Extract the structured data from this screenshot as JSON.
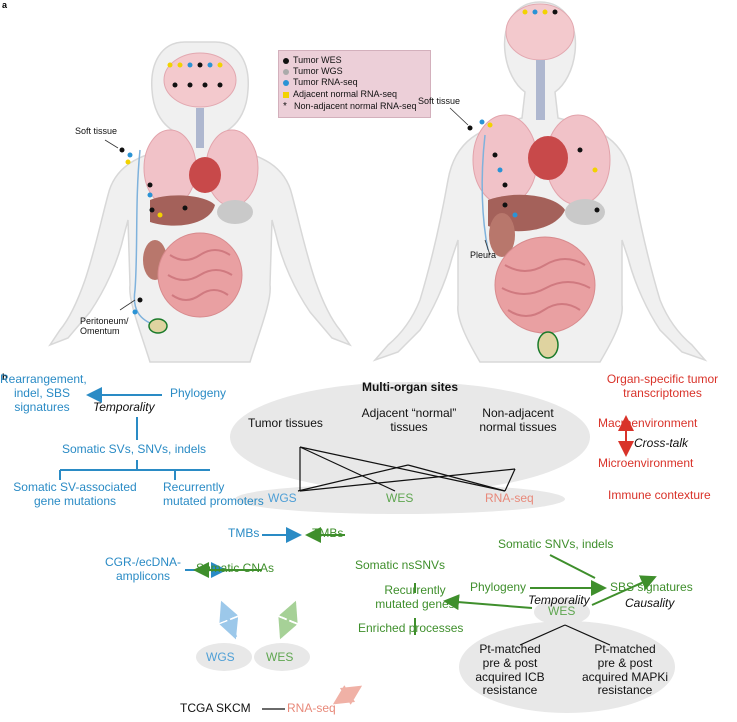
{
  "panel_a": {
    "label": "a",
    "legend": [
      {
        "text": "Tumor WES",
        "color": "#111111",
        "marker": "dot"
      },
      {
        "text": "Tumor WGS",
        "color": "#aaaaaa",
        "marker": "dot"
      },
      {
        "text": "Tumor RNA-seq",
        "color": "#2a93d5",
        "marker": "dot"
      },
      {
        "text": "Adjacent normal RNA-seq",
        "color": "#f2d200",
        "marker": "square"
      },
      {
        "text": "Non-adjacent normal RNA-seq",
        "color": "#111111",
        "marker": "star"
      }
    ],
    "female_labels": {
      "soft_tissue": "Soft tissue",
      "peritoneum": "Peritoneum/\nOmentum"
    },
    "male_labels": {
      "soft_tissue": "Soft tissue",
      "pleura": "Pleura"
    },
    "colors": {
      "skin": "#f0f0f0",
      "skin_outline": "#d8d8d8",
      "organ_pink": "#e7a3ad",
      "lung": "#f1c2c8",
      "liver": "#a4615a",
      "heart": "#c8494a",
      "intestine": "#e9a0a2",
      "brain": "#f3c9cd",
      "stomach": "#c9c9c9"
    }
  },
  "panel_b": {
    "label": "b",
    "multi_organ": {
      "title": "Multi-organ sites",
      "tumor": "Tumor tissues",
      "adjacent": "Adjacent “normal”\ntissues",
      "non_adjacent": "Non-adjacent\nnormal tissues"
    },
    "platforms": {
      "wgs": "WGS",
      "wes": "WES",
      "rnaseq": "RNA-seq"
    },
    "blue_items": {
      "rearrangement": "Rearrangement,\nindel, SBS\nsignatures",
      "phylogeny": "Phylogeny",
      "temporality": "Temporality",
      "somatic_svs": "Somatic SVs, SNVs, indels",
      "sv_genes": "Somatic SV-associated\ngene mutations",
      "promoters": "Recurrently\nmutated promoters",
      "tmbs": "TMBs",
      "cgr": "CGR-/ecDNA-\namplicons"
    },
    "green_items": {
      "tmbs": "TMBs",
      "somatic_cnas": "Somatic CNAs",
      "somatic_nssnvs": "Somatic nsSNVs",
      "recurrent_genes": "Recurrently\nmutated genes",
      "enriched": "Enriched processes",
      "somatic_snvs": "Somatic SNVs, indels",
      "phylogeny": "Phylogeny",
      "temporality": "Temporality",
      "sbs": "SBS signatures",
      "causality": "Causality",
      "wes": "WES"
    },
    "red_items": {
      "transcriptomes": "Organ-specific tumor\ntranscriptomes",
      "macro": "Macroenvironment",
      "crosstalk": "Cross-talk",
      "micro": "Microenvironment",
      "immune": "Immune contexture"
    },
    "resistance": {
      "icb": "Pt-matched\npre & post\nacquired ICB\nresistance",
      "mapki": "Pt-matched\npre & post\nacquired MAPKi\nresistance"
    },
    "tcga": {
      "wgs": "WGS",
      "wes": "WES",
      "skcm": "TCGA SKCM",
      "rnaseq": "RNA-seq"
    },
    "colors": {
      "blue": "#2a8bc5",
      "green": "#3f8f2c",
      "red": "#d9332a",
      "ellipse": "#e8e8e8"
    }
  }
}
